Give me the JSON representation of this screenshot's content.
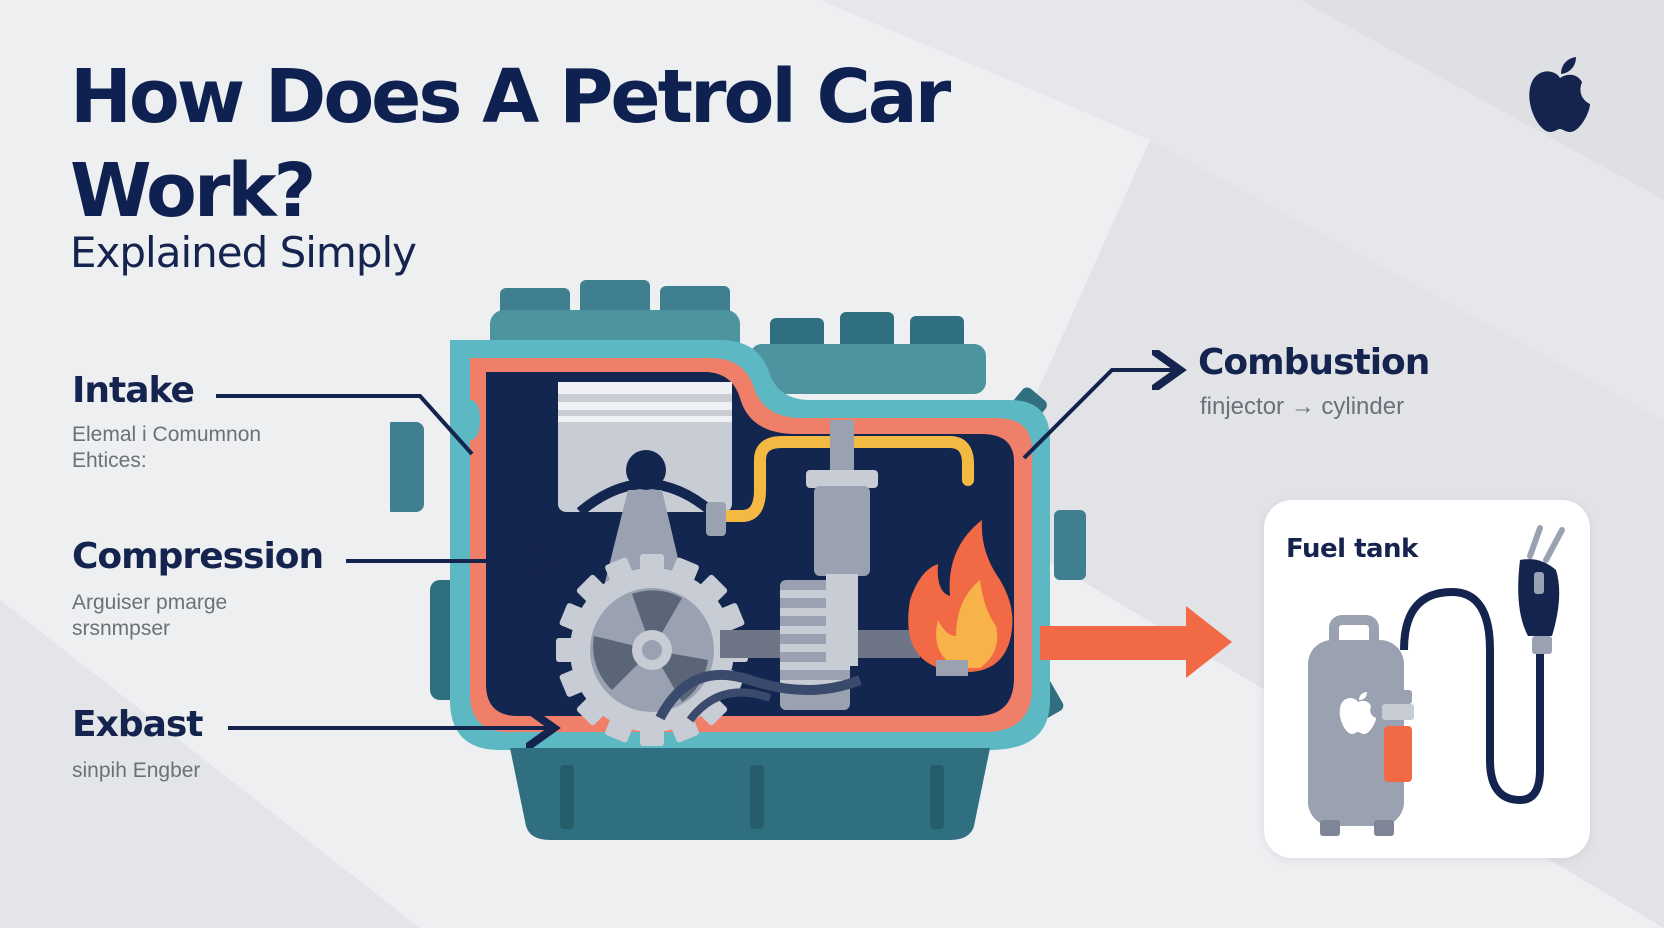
{
  "header": {
    "title": "How Does A Petrol Car Work?",
    "subtitle": "Explained Simply"
  },
  "icons": {
    "brand": "apple-logo-icon",
    "tank_logo": "apple-logo-icon",
    "flame": "flame-icon",
    "gear": "gear-icon",
    "piston": "piston-icon",
    "fuel_nozzle": "fuel-nozzle-icon"
  },
  "stages": {
    "intake": {
      "label": "Intake",
      "desc": "Elemal i Comumnon\nEhtices:"
    },
    "compression": {
      "label": "Compression",
      "desc": "Arguiser pmarge\nsrsnmpser"
    },
    "exhaust": {
      "label": "Exbast",
      "desc": "sinpih Engber"
    },
    "combustion": {
      "label": "Combustion",
      "desc": "finjector → cylinder"
    }
  },
  "fuel_tank": {
    "label": "Fuel tank"
  },
  "colors": {
    "navy": "#14244f",
    "engine_teal": "#3f7f8f",
    "engine_outline": "#5cb8c2",
    "coral": "#f07f6a",
    "flame_orange": "#f26a45",
    "fuel_line_yellow": "#f4b942",
    "background": "#eeeff1"
  }
}
